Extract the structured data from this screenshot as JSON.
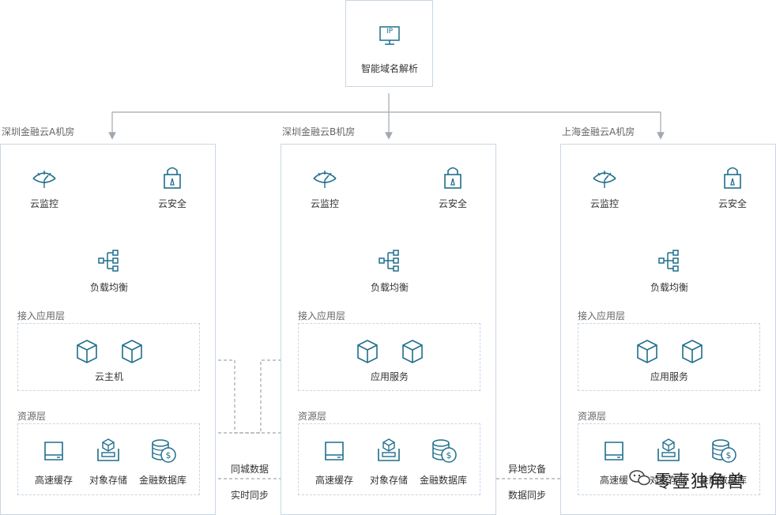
{
  "top": {
    "icon_text": "IP",
    "label": "智能域名解析"
  },
  "rooms": [
    {
      "title": "深圳金融云A机房",
      "monitor": "云监控",
      "security": "云安全",
      "lb": "负载均衡",
      "access_layer": "接入应用层",
      "access_label": "云主机",
      "resource_layer": "资源层",
      "res": [
        "高速缓存",
        "对象存储",
        "金融数据库"
      ]
    },
    {
      "title": "深圳金融云B机房",
      "monitor": "云监控",
      "security": "云安全",
      "lb": "负载均衡",
      "access_layer": "接入应用层",
      "access_label": "应用服务",
      "resource_layer": "资源层",
      "res": [
        "高速缓存",
        "对象存储",
        "金融数据库"
      ]
    },
    {
      "title": "上海金融云A机房",
      "monitor": "云监控",
      "security": "云安全",
      "lb": "负载均衡",
      "access_layer": "接入应用层",
      "access_label": "应用服务",
      "resource_layer": "资源层",
      "res": [
        "高速缓",
        "对象存储",
        "金融数据库"
      ]
    }
  ],
  "links": {
    "same_city_1": "同城数据",
    "same_city_2": "实时同步",
    "remote_1": "异地灾备",
    "remote_2": "数据同步"
  },
  "watermark": "零壹独角兽",
  "colors": {
    "icon": "#1f6e8c",
    "line": "#a0a8b0",
    "border": "#c9d6e3"
  }
}
